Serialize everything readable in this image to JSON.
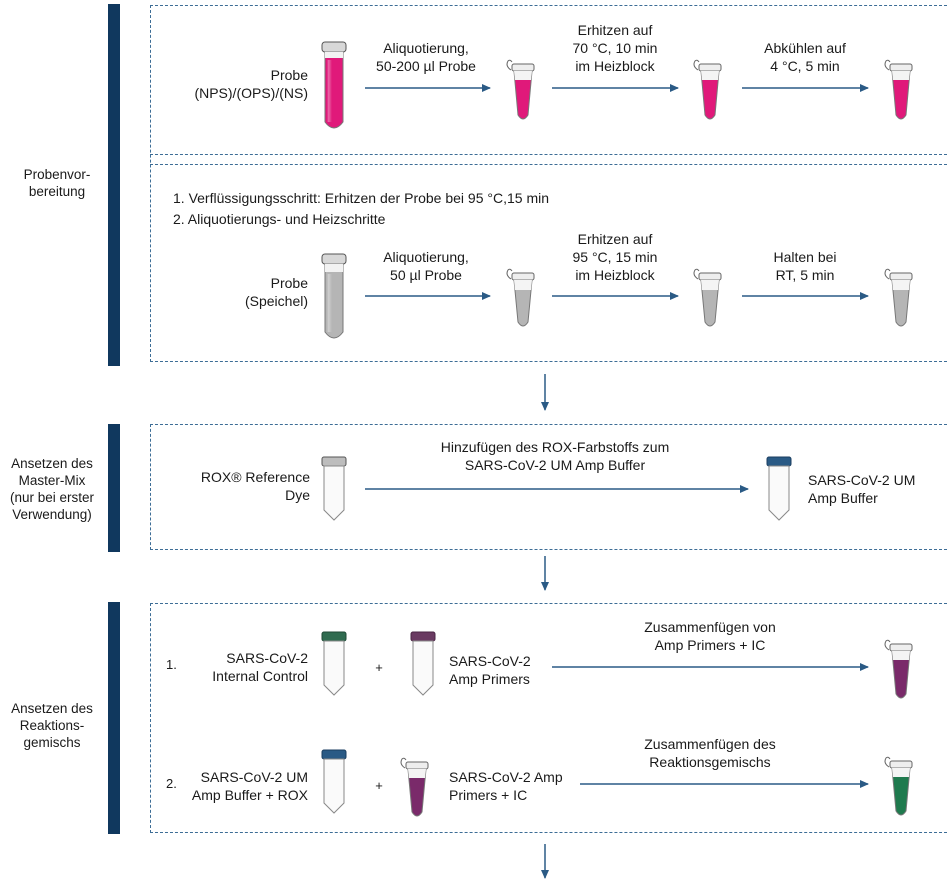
{
  "sections": {
    "prep": "Probenvor-\nbereitung",
    "mastermix": "Ansetzen des\nMaster-Mix\n(nur bei erster\nVerwendung)",
    "reaction": "Ansetzen des\nReaktions-\ngemischs"
  },
  "prep_nps": {
    "sample": "Probe\n(NPS)/(OPS)/(NS)",
    "step1": "Aliquotierung,\n50-200 µl Probe",
    "step2": "Erhitzen auf\n70 °C, 10 min\nim Heizblock",
    "step3": "Abkühlen auf\n4 °C, 5 min",
    "tube_color": "#e0197a"
  },
  "prep_saliva": {
    "note1": "1. Verflüssigungsschritt: Erhitzen der Probe bei 95 °C,15 min",
    "note2": "2. Aliquotierungs- und Heizschritte",
    "sample": "Probe\n(Speichel)",
    "step1": "Aliquotierung,\n50 µl Probe",
    "step2": "Erhitzen auf\n95 °C, 15 min\nim Heizblock",
    "step3": "Halten bei\nRT, 5 min",
    "tube_color": "#b0b0b0"
  },
  "mastermix": {
    "reagent": "ROX® Reference\nDye",
    "action": "Hinzufügen des ROX-Farbstoffs zum\nSARS-CoV-2 UM Amp Buffer",
    "product": "SARS-CoV-2 UM\nAmp Buffer"
  },
  "reaction": {
    "row1_num": "1.",
    "row1_a": "SARS-CoV-2\nInternal Control",
    "row1_b": "SARS-CoV-2\nAmp Primers",
    "row1_action": "Zusammenfügen von\nAmp Primers + IC",
    "row2_num": "2.",
    "row2_a": "SARS-CoV-2 UM\nAmp Buffer + ROX",
    "row2_b": "SARS-CoV-2 Amp\nPrimers + IC",
    "row2_action": "Zusammenfügen des\nReaktionsgemischs",
    "plus": "+"
  },
  "colors": {
    "navy": "#10385e",
    "arrow": "#2a5a85",
    "magenta": "#e0197a",
    "purple": "#7a2a6a",
    "green": "#1f7a4e",
    "cap_blue": "#2a5a85",
    "cap_green": "#2f6b4f",
    "cap_purple": "#6a3a62"
  }
}
